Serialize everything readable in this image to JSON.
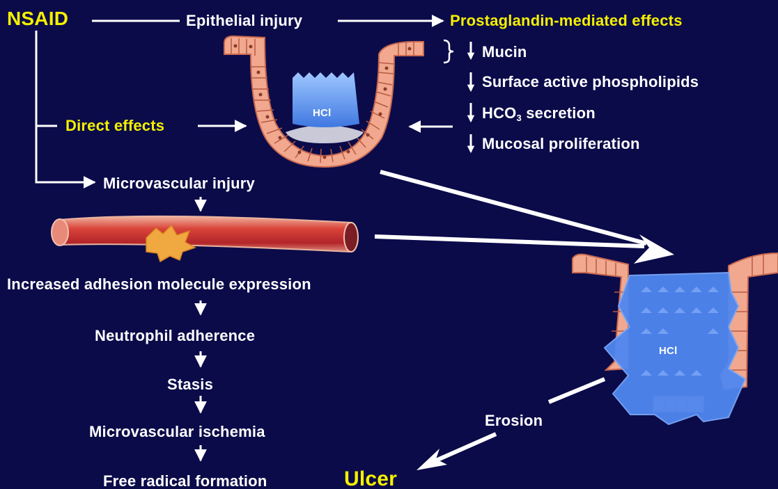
{
  "nodes": {
    "nsaid": "NSAID",
    "epithelial": "Epithelial injury",
    "pg_effects": "Prostaglandin-mediated effects",
    "mucin": "Mucin",
    "phospholipids": "Surface active phospholipids",
    "hco3_base": "HCO",
    "hco3_sub": "3",
    "hco3_rest": " secretion",
    "proliferation": "Mucosal proliferation",
    "direct": "Direct effects",
    "microvascular": "Microvascular injury",
    "adhesion": "Increased adhesion molecule expression",
    "neutrophil": "Neutrophil adherence",
    "stasis": "Stasis",
    "ischemia": "Microvascular ischemia",
    "free_radical": "Free radical formation",
    "erosion": "Erosion",
    "ulcer": "Ulcer"
  },
  "labels": {
    "hcl_top": "HCl",
    "hcl_bottom": "HCl"
  },
  "colors": {
    "background": "#0b0b4a",
    "highlight": "#f4f000",
    "text": "#ffffff"
  }
}
